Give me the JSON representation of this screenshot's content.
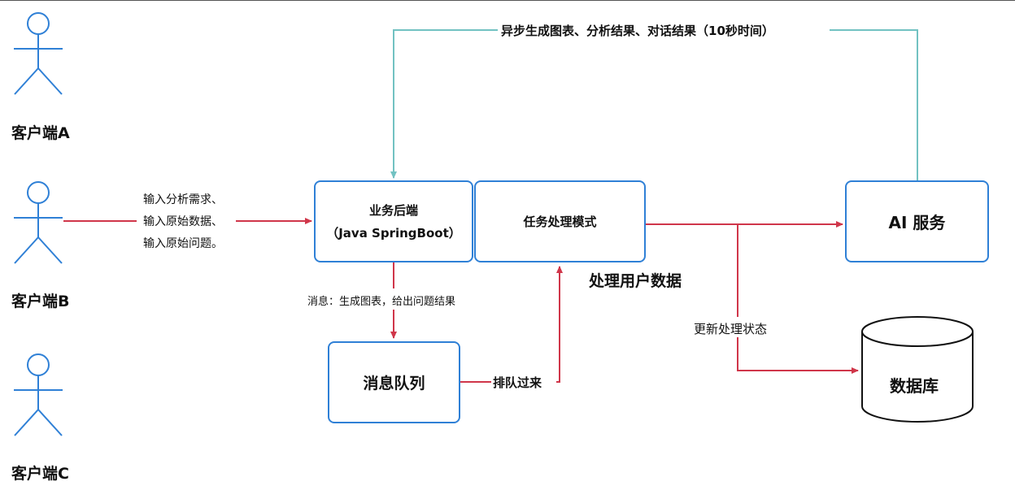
{
  "actors": [
    {
      "id": "a",
      "label": "客户端A"
    },
    {
      "id": "b",
      "label": "客户端B"
    },
    {
      "id": "c",
      "label": "客户端C"
    }
  ],
  "nodes": {
    "backend": {
      "line1": "业务后端",
      "line2": "（Java SpringBoot）"
    },
    "task_mode": {
      "label": "任务处理模式"
    },
    "mq": {
      "label": "消息队列"
    },
    "ai": {
      "label": "AI 服务"
    },
    "db": {
      "label": "数据库"
    }
  },
  "edge_labels": {
    "input": [
      "输入分析需求、",
      "输入原始数据、",
      "输入原始问题。"
    ],
    "async_result": "异步生成图表、分析结果、对话结果（10秒时间）",
    "message": "消息：生成图表，给出问题结果",
    "queue_in": "排队过来",
    "process_user_data": "处理用户数据",
    "update_status": "更新处理状态"
  },
  "colors": {
    "box_border": "#2f80d6",
    "actor": "#2f80d6",
    "arrow_red": "#d0364a",
    "arrow_teal": "#72c2c2"
  }
}
